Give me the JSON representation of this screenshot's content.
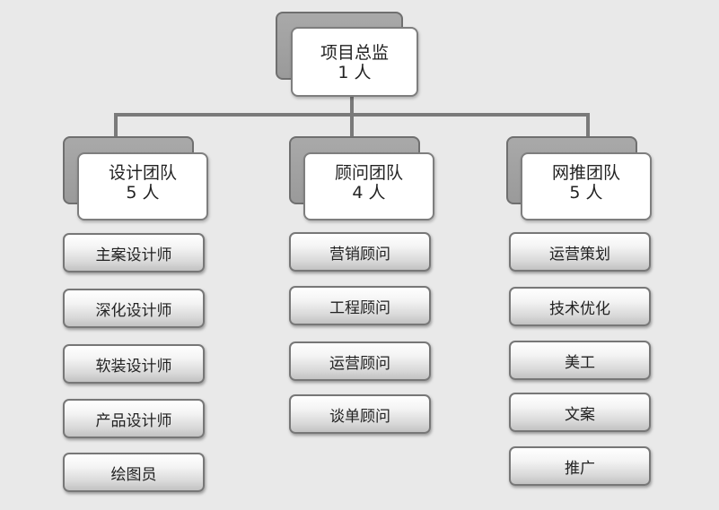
{
  "root": {
    "title": "项目总监",
    "count": "1 人"
  },
  "teams": [
    {
      "title": "设计团队",
      "count": "5 人",
      "roles": [
        "主案设计师",
        "深化设计师",
        "软装设计师",
        "产品设计师",
        "绘图员"
      ]
    },
    {
      "title": "顾问团队",
      "count": "4 人",
      "roles": [
        "营销顾问",
        "工程顾问",
        "运营顾问",
        "谈单顾问"
      ]
    },
    {
      "title": "网推团队",
      "count": "5 人",
      "roles": [
        "运营策划",
        "技术优化",
        "美工",
        "文案",
        "推广"
      ]
    }
  ]
}
